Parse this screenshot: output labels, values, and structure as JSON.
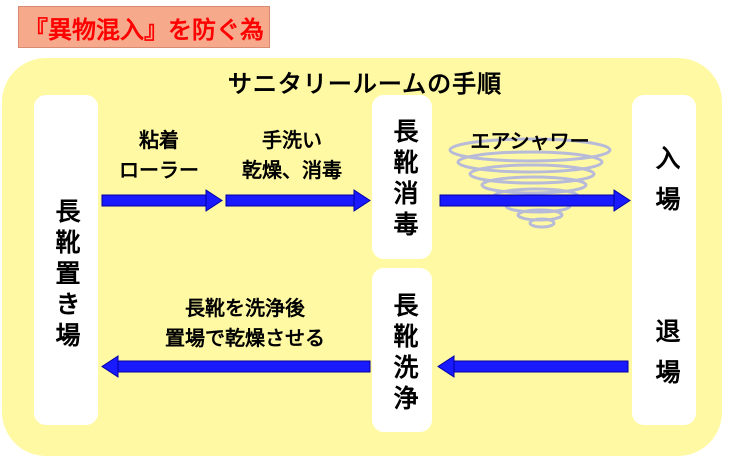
{
  "title": "『異物混入』を防ぐ為",
  "heading": "サニタリールームの手順",
  "stations": {
    "boot_storage": "長靴置き場",
    "boot_disinfect": "長靴消毒",
    "boot_wash": "長靴洗浄",
    "entry": "入場",
    "exit": "退場"
  },
  "steps": {
    "roller_line1": "粘着",
    "roller_line2": "ローラー",
    "handwash_line1": "手洗い",
    "handwash_line2": "乾燥、消毒",
    "air_shower": "エアシャワー"
  },
  "return_path": {
    "line1": "長靴を洗浄後",
    "line2": "置場で乾燥させる"
  },
  "colors": {
    "title_text": "#ff0000",
    "title_bg": "#f7a98c",
    "panel_bg": "#fff9a3",
    "arrow": "#1a1aff"
  }
}
